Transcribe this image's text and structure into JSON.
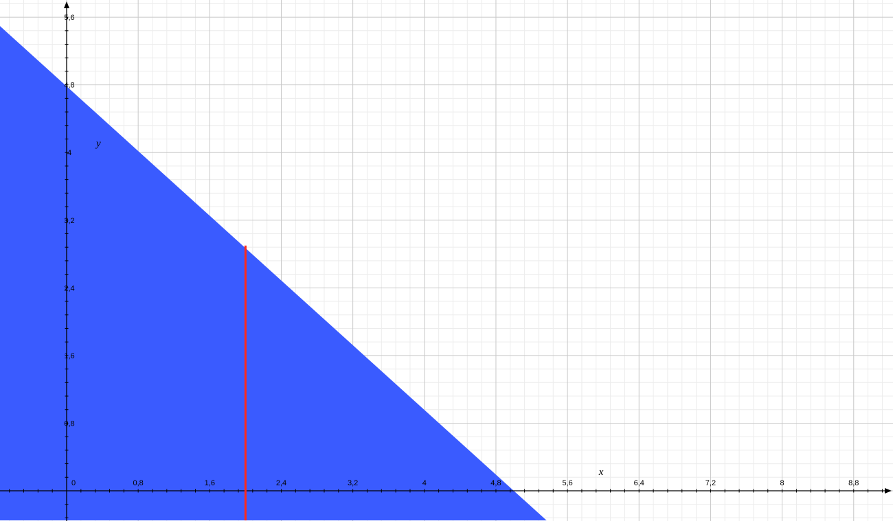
{
  "chart_data": {
    "type": "area",
    "xlabel": "x",
    "ylabel": "y",
    "xlim": [
      -0.75,
      9.25
    ],
    "ylim": [
      -0.35,
      5.8
    ],
    "grid": true,
    "x_ticks": [
      {
        "value": 0,
        "label": "0"
      },
      {
        "value": 0.8,
        "label": "0,8"
      },
      {
        "value": 1.6,
        "label": "1,6"
      },
      {
        "value": 2.4,
        "label": "2,4"
      },
      {
        "value": 3.2,
        "label": "3,2"
      },
      {
        "value": 4,
        "label": "4"
      },
      {
        "value": 4.8,
        "label": "4,8"
      },
      {
        "value": 5.6,
        "label": "5,6"
      },
      {
        "value": 6.4,
        "label": "6,4"
      },
      {
        "value": 7.2,
        "label": "7,2"
      },
      {
        "value": 8,
        "label": "8"
      },
      {
        "value": 8.8,
        "label": "8,8"
      }
    ],
    "y_ticks": [
      {
        "value": 0.8,
        "label": "0,8"
      },
      {
        "value": 1.6,
        "label": "1,6"
      },
      {
        "value": 2.4,
        "label": "2,4"
      },
      {
        "value": 3.2,
        "label": "3,2"
      },
      {
        "value": 4,
        "label": "4"
      },
      {
        "value": 4.8,
        "label": "4,8"
      },
      {
        "value": 5.6,
        "label": "5,6"
      }
    ],
    "shaded_region": {
      "description": "below line",
      "line": {
        "x": [
          -0.75,
          5
        ],
        "y": [
          5.5,
          0
        ]
      },
      "color": "#3a5bff"
    },
    "vertical_segment": {
      "x": 2,
      "y": [
        -0.35,
        2.9
      ],
      "color": "#ff2a1a"
    }
  }
}
